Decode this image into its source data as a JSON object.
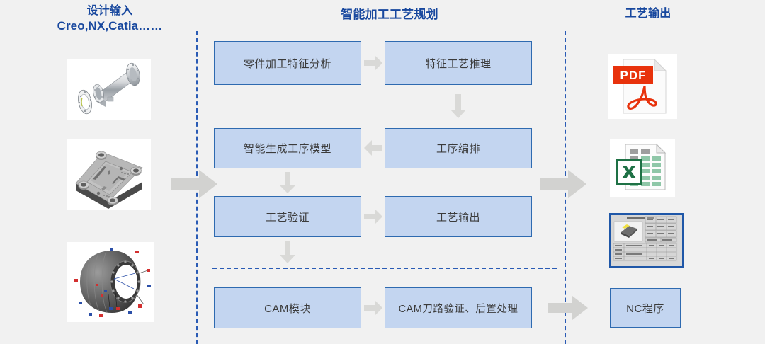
{
  "headings": {
    "input_title": "设计输入",
    "input_subtitle": "Creo,NX,Catia……",
    "center_title": "智能加工工艺规划",
    "output_title": "工艺输出"
  },
  "colors": {
    "heading_blue": "#17479e",
    "box_fill": "#c3d5f0",
    "box_border": "#2e6ab0",
    "arrow_gray": "#d2d2d0",
    "dash_blue": "#2a5bb5",
    "pdf_red": "#e8320c",
    "excel_green": "#1e7145",
    "page_bg": "#f1f1f1"
  },
  "flow": {
    "boxes": [
      {
        "id": "feature-analysis",
        "label": "零件加工特征分析"
      },
      {
        "id": "process-reasoning",
        "label": "特征工艺推理"
      },
      {
        "id": "process-model",
        "label": "智能生成工序模型"
      },
      {
        "id": "process-sequence",
        "label": "工序编排"
      },
      {
        "id": "process-verify",
        "label": "工艺验证"
      },
      {
        "id": "process-output",
        "label": "工艺输出"
      },
      {
        "id": "cam-module",
        "label": "CAM模块"
      },
      {
        "id": "cam-verify",
        "label": "CAM刀路验证、后置处理"
      }
    ],
    "connectors": [
      {
        "id": "c1",
        "from": "feature-analysis",
        "to": "process-reasoning",
        "dir": "right"
      },
      {
        "id": "c2",
        "from": "process-reasoning",
        "to": "process-sequence",
        "dir": "down"
      },
      {
        "id": "c3",
        "from": "process-sequence",
        "to": "process-model",
        "dir": "left"
      },
      {
        "id": "c4",
        "from": "process-model",
        "to": "process-verify",
        "dir": "down"
      },
      {
        "id": "c5",
        "from": "process-verify",
        "to": "process-output",
        "dir": "right"
      },
      {
        "id": "c6",
        "from": "process-verify",
        "to": "cam-module",
        "dir": "down"
      },
      {
        "id": "c7",
        "from": "cam-module",
        "to": "cam-verify",
        "dir": "right"
      },
      {
        "id": "c8",
        "from": "design-input",
        "to": "planning",
        "dir": "right"
      },
      {
        "id": "c9",
        "from": "planning",
        "to": "documents-output",
        "dir": "right"
      },
      {
        "id": "c10",
        "from": "cam-verify",
        "to": "nc-program",
        "dir": "right"
      }
    ]
  },
  "inputs": {
    "items": [
      {
        "id": "part-housing",
        "name": "cylindrical-flanged-part-thumbnail"
      },
      {
        "id": "part-moldbase",
        "name": "mold-base-plate-thumbnail"
      },
      {
        "id": "part-casing",
        "name": "engine-casing-shell-thumbnail"
      }
    ]
  },
  "outputs": {
    "items": [
      {
        "id": "pdf-doc",
        "name": "pdf-file-icon",
        "label": "PDF"
      },
      {
        "id": "excel-doc",
        "name": "excel-file-icon",
        "label": ""
      },
      {
        "id": "drawing-doc",
        "name": "capp-drawing-thumbnail",
        "label": ""
      }
    ],
    "nc_box": {
      "id": "nc-program",
      "label": "NC程序"
    }
  }
}
